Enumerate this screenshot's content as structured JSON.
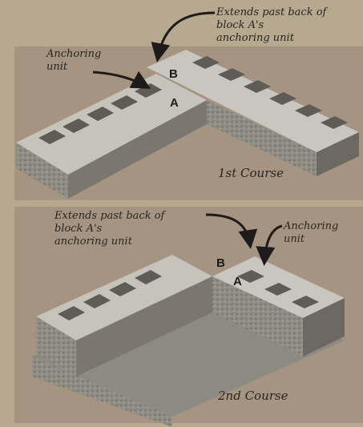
{
  "top": {
    "callout_extends": "Extends past back of\nblock A's\nanchoring unit",
    "callout_anchoring": "Anchoring\nunit",
    "label_b": "B",
    "label_a": "A",
    "course_label": "1st Course"
  },
  "bottom": {
    "callout_extends": "Extends past back of\nblock A's\nanchoring unit",
    "callout_anchoring": "Anchoring\nunit",
    "label_b": "B",
    "label_a": "A",
    "course_label": "2nd Course"
  },
  "colors": {
    "background": "#b7a890",
    "panel": "#a59481",
    "block_top": "#c9c7c0",
    "block_face": "#8a877e",
    "block_side": "#6f6b63",
    "arrow": "#1e1c1a"
  }
}
